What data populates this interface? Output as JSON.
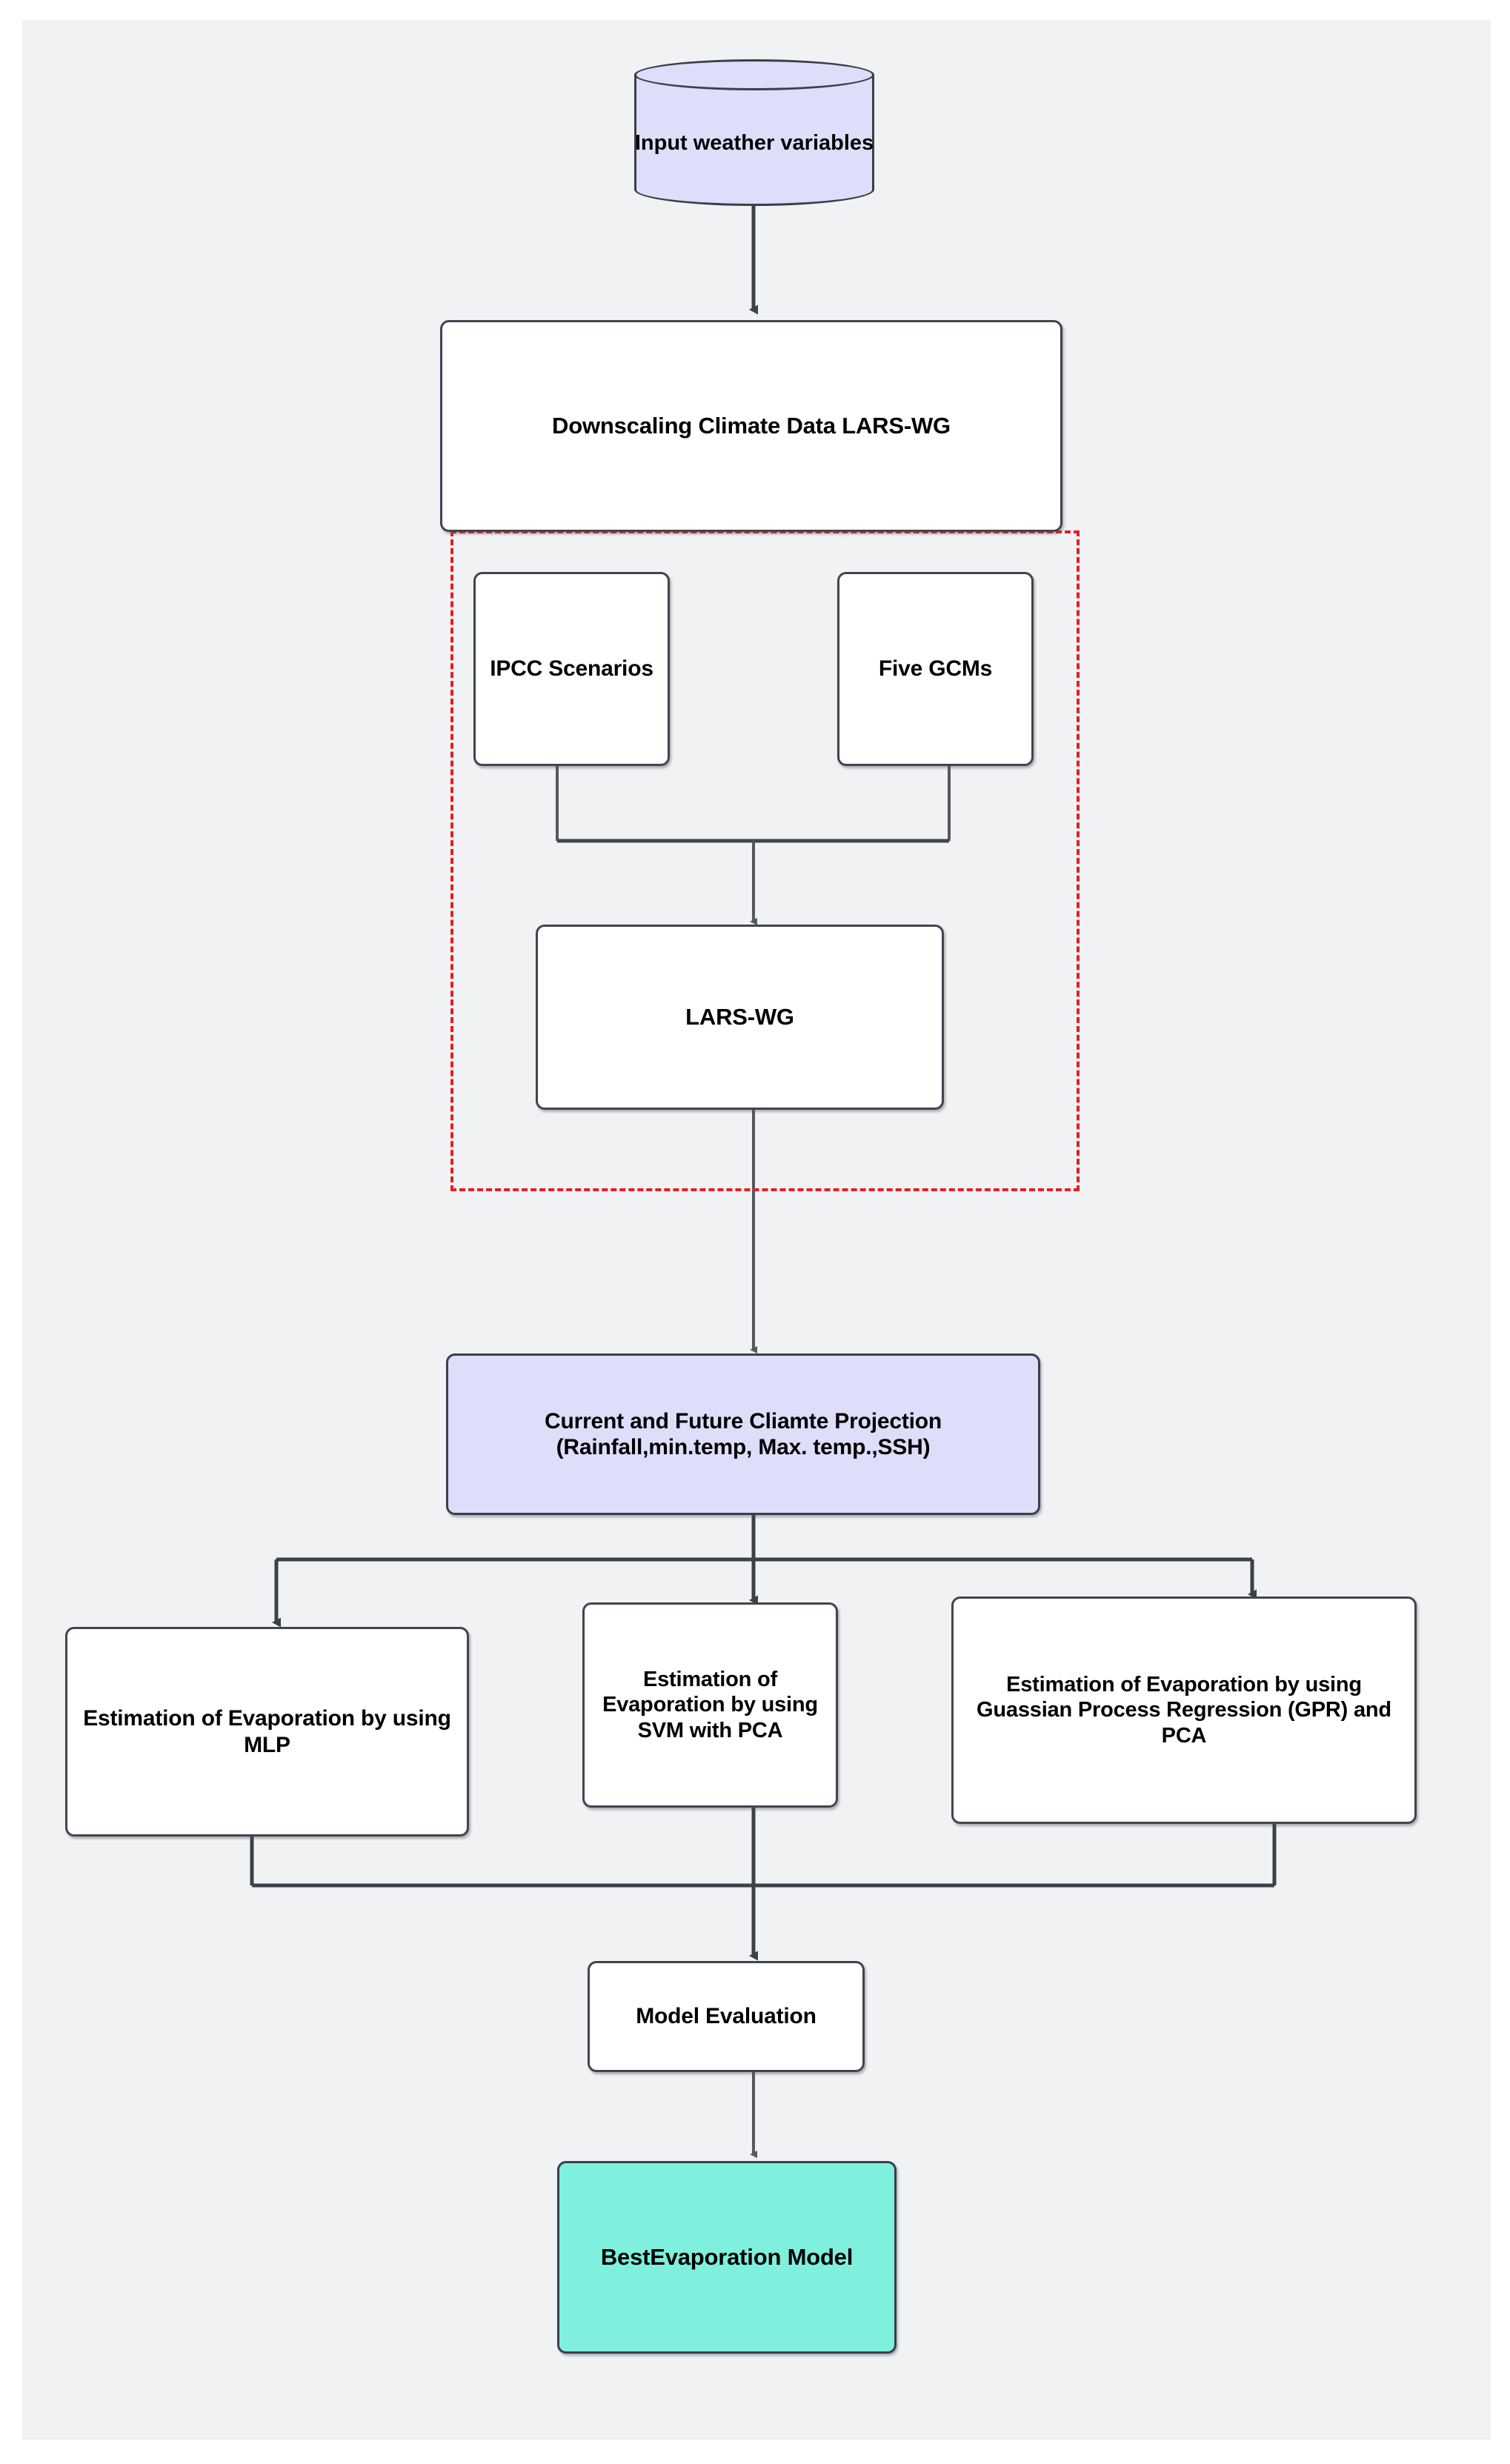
{
  "diagram": {
    "title": "Evaporation modelling methodology flowchart",
    "background_color": "#f1f2f4",
    "page_color": "#ffffff",
    "accent_colors": {
      "lavender_fill": "#dedefa",
      "teal_fill": "#7ef0dd",
      "box_stroke": "#41454d",
      "dashed_group_stroke": "#e81d23",
      "connector_stroke": "#3b4049"
    }
  },
  "nodes": {
    "input_data": {
      "label": "Input weather variables",
      "shape": "cylinder",
      "fill": "#dedefa"
    },
    "downscaling": {
      "label": "Downscaling Climate Data  LARS-WG",
      "shape": "rounded-rectangle",
      "fill": "#ffffff"
    },
    "ipcc": {
      "label": "IPCC Scenarios",
      "shape": "rounded-rectangle",
      "fill": "#ffffff"
    },
    "gcms": {
      "label": "Five GCMs",
      "shape": "rounded-rectangle",
      "fill": "#ffffff"
    },
    "larswg": {
      "label": "LARS-WG",
      "shape": "rounded-rectangle",
      "fill": "#ffffff"
    },
    "projection": {
      "label": "Current and Future Cliamte Projection (Rainfall,min.temp, Max. temp.,SSH)",
      "shape": "rounded-rectangle",
      "fill": "#dedefa"
    },
    "est_mlp": {
      "label": "Estimation of Evaporation by using MLP",
      "shape": "rounded-rectangle",
      "fill": "#ffffff"
    },
    "est_svm": {
      "label": "Estimation of Evaporation by using SVM with PCA",
      "shape": "rounded-rectangle",
      "fill": "#ffffff"
    },
    "est_gpr": {
      "label": "Estimation of Evaporation by using  Guassian Process Regression (GPR) and PCA",
      "shape": "rounded-rectangle",
      "fill": "#ffffff"
    },
    "model_eval": {
      "label": "Model Evaluation",
      "shape": "rounded-rectangle",
      "fill": "#ffffff"
    },
    "best_model": {
      "label": "BestEvaporation Model",
      "shape": "rounded-rectangle",
      "fill": "#7ef0dd"
    }
  },
  "groups": {
    "downscaling_group": {
      "style": "red dashed boundary",
      "color": "#e81d23",
      "members": [
        "ipcc",
        "gcms",
        "larswg"
      ]
    }
  },
  "edges": [
    {
      "from": "input_data",
      "to": "downscaling",
      "arrow": true
    },
    {
      "from": "ipcc",
      "to": "larswg",
      "arrow": true
    },
    {
      "from": "gcms",
      "to": "larswg",
      "arrow": true
    },
    {
      "from": "larswg",
      "to": "projection",
      "arrow": true
    },
    {
      "from": "projection",
      "to": "est_mlp",
      "arrow": true
    },
    {
      "from": "projection",
      "to": "est_svm",
      "arrow": true
    },
    {
      "from": "projection",
      "to": "est_gpr",
      "arrow": true
    },
    {
      "from": "est_mlp",
      "to": "model_eval",
      "arrow": true
    },
    {
      "from": "est_svm",
      "to": "model_eval",
      "arrow": true
    },
    {
      "from": "est_gpr",
      "to": "model_eval",
      "arrow": true
    },
    {
      "from": "model_eval",
      "to": "best_model",
      "arrow": true
    }
  ]
}
